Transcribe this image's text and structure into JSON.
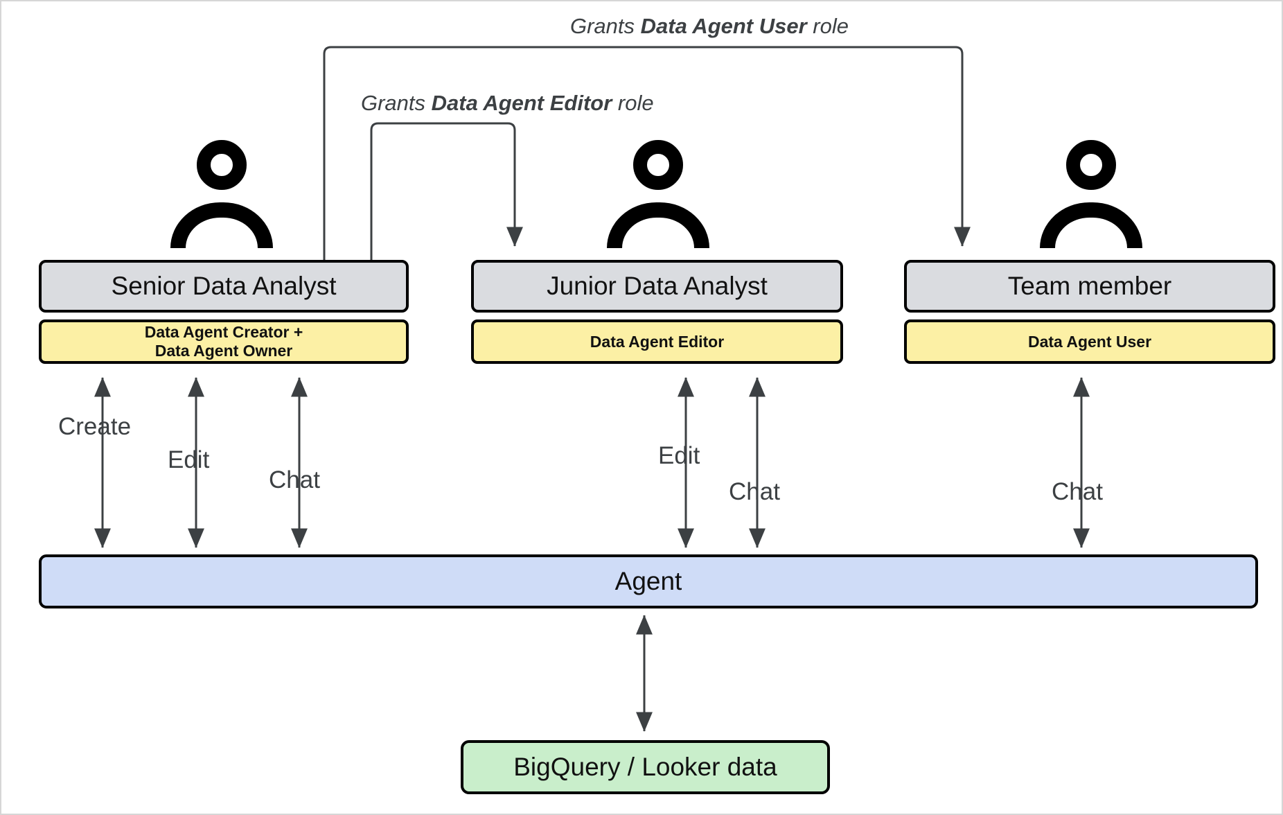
{
  "diagram": {
    "title": "Data Agent role grants and interactions",
    "colors": {
      "header_fill": "#dadce0",
      "badge_fill": "#fcf0a5",
      "agent_fill": "#cfdcf7",
      "data_fill": "#c9eecb",
      "stroke": "#000000",
      "connector": "#3c4043",
      "label_text": "#3c4043"
    },
    "personas": [
      {
        "id": "senior",
        "icon": "person-icon",
        "title": "Senior Data Analyst",
        "badge_lines": [
          "Data Agent Creator +",
          "Data Agent Owner"
        ],
        "actions": [
          "Create",
          "Edit",
          "Chat"
        ]
      },
      {
        "id": "junior",
        "icon": "person-icon",
        "title": "Junior Data Analyst",
        "badge_lines": [
          "Data Agent Editor"
        ],
        "actions": [
          "Edit",
          "Chat"
        ]
      },
      {
        "id": "team",
        "icon": "person-icon",
        "title": "Team member",
        "badge_lines": [
          "Data Agent User"
        ],
        "actions": [
          "Chat"
        ]
      }
    ],
    "grants": [
      {
        "id": "grant-user",
        "prefix": "Grants ",
        "role": "Data Agent User",
        "suffix": " role",
        "from": "senior",
        "to": "team"
      },
      {
        "id": "grant-editor",
        "prefix": "Grants ",
        "role": "Data Agent Editor",
        "suffix": " role",
        "from": "senior",
        "to": "junior"
      }
    ],
    "agent": {
      "label": "Agent"
    },
    "datasource": {
      "label": "BigQuery / Looker data"
    }
  }
}
